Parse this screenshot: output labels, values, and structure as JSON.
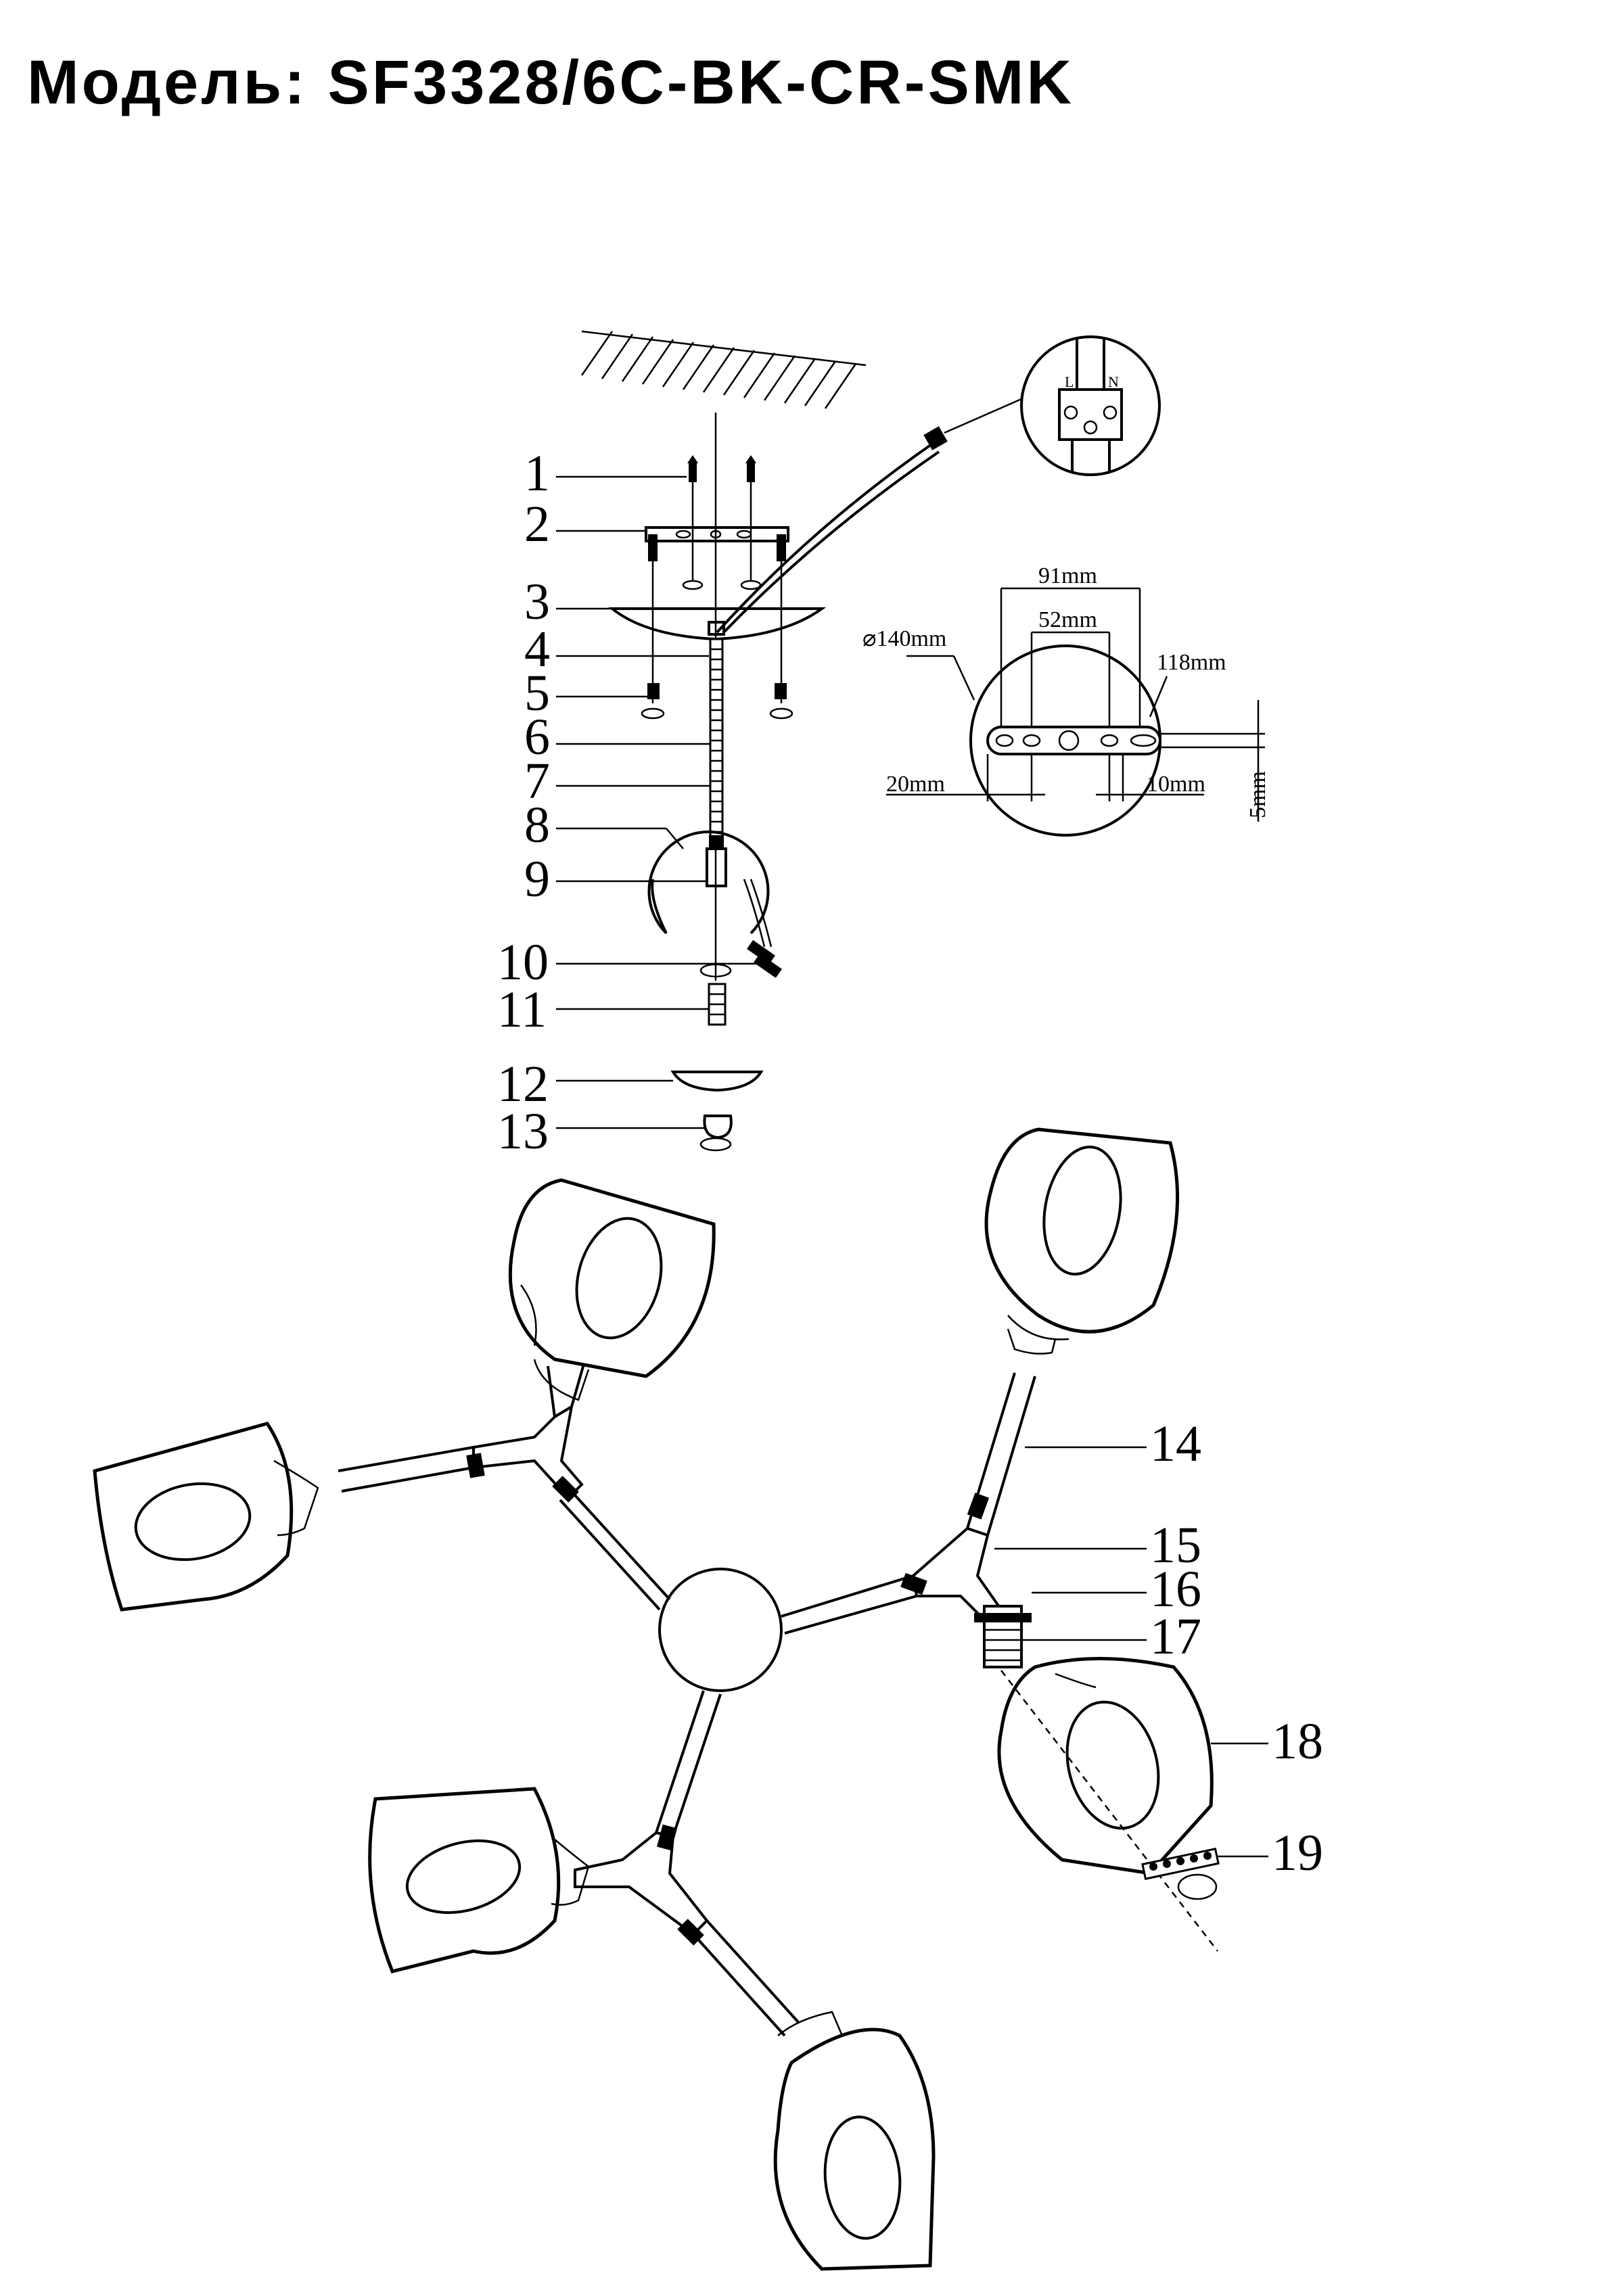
{
  "title": "Модель: SF3328/6C-BK-CR-SMK",
  "callouts": [
    "1",
    "2",
    "3",
    "4",
    "5",
    "6",
    "7",
    "8",
    "9",
    "10",
    "11",
    "12",
    "13",
    "14",
    "15",
    "16",
    "17",
    "18",
    "19"
  ],
  "dimensions": {
    "diameter": "⌀140mm",
    "d91": "91mm",
    "d52": "52mm",
    "d118": "118mm",
    "d20": "20mm",
    "d10": "10mm",
    "d5": "5mm"
  },
  "terminal": {
    "live": "L",
    "neutral": "N"
  },
  "icons": [
    "screw-icon",
    "rotation-arrow-icon",
    "wire-terminal-icon",
    "glass-shade-icon"
  ]
}
